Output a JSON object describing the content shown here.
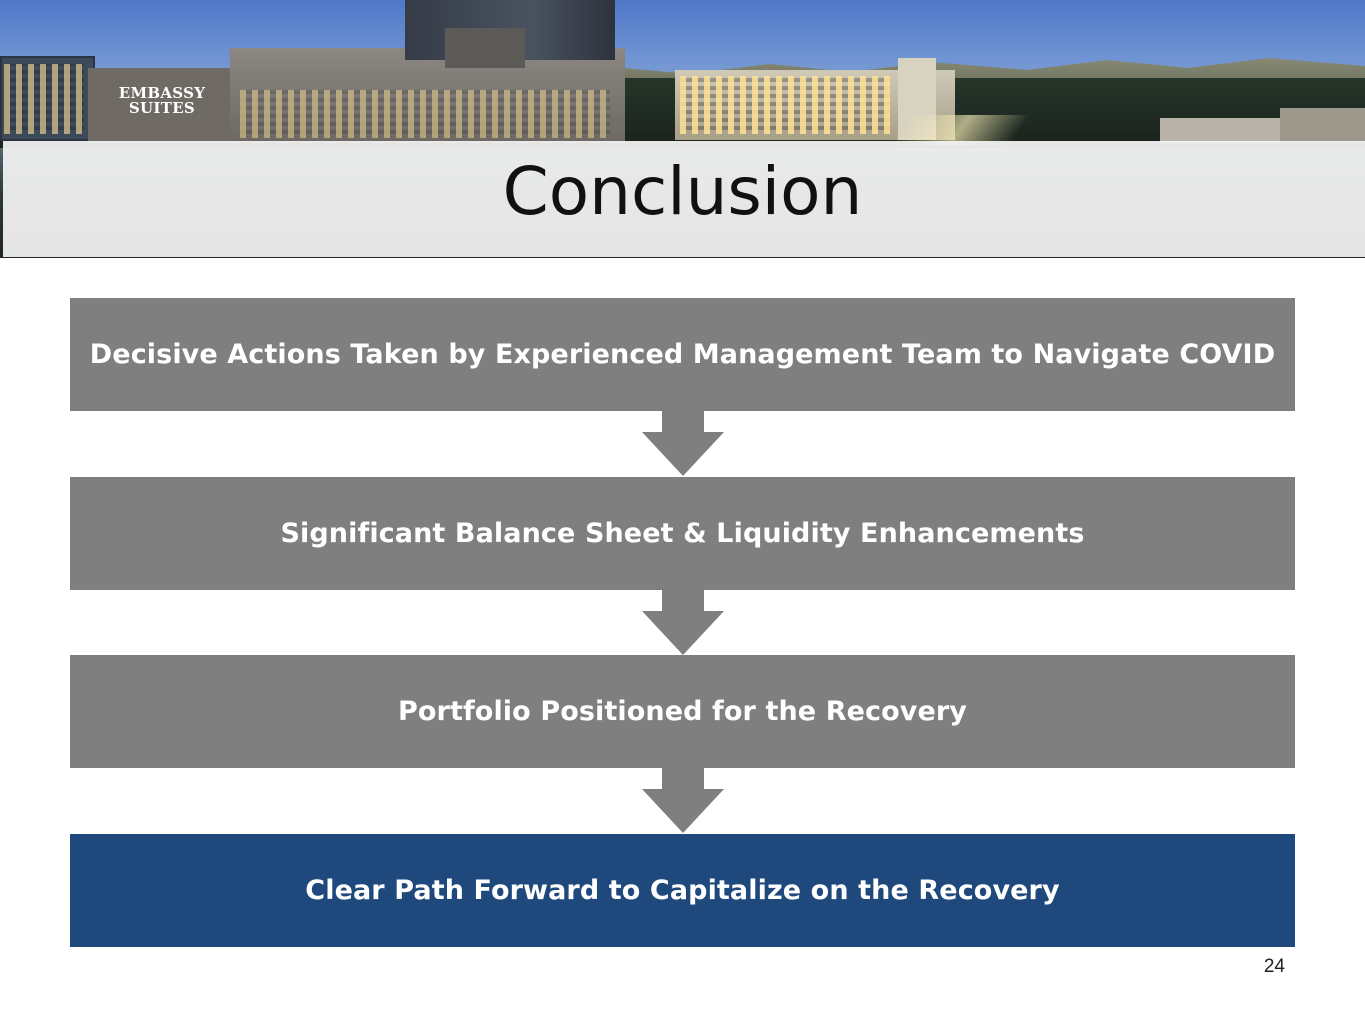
{
  "banner": {
    "logo_line1": "EMBASSY",
    "logo_line2": "SUITES"
  },
  "title": "Conclusion",
  "flow": {
    "steps": [
      {
        "label": "Decisive Actions Taken by Experienced Management Team to Navigate COVID"
      },
      {
        "label": "Significant Balance Sheet & Liquidity Enhancements"
      },
      {
        "label": "Portfolio Positioned for the Recovery"
      },
      {
        "label": "Clear Path Forward to Capitalize on the Recovery"
      }
    ],
    "step_color": "#7f7f7f",
    "final_step_color": "#1f497d",
    "arrow_icon": "down-arrow-icon"
  },
  "page_number": "24"
}
